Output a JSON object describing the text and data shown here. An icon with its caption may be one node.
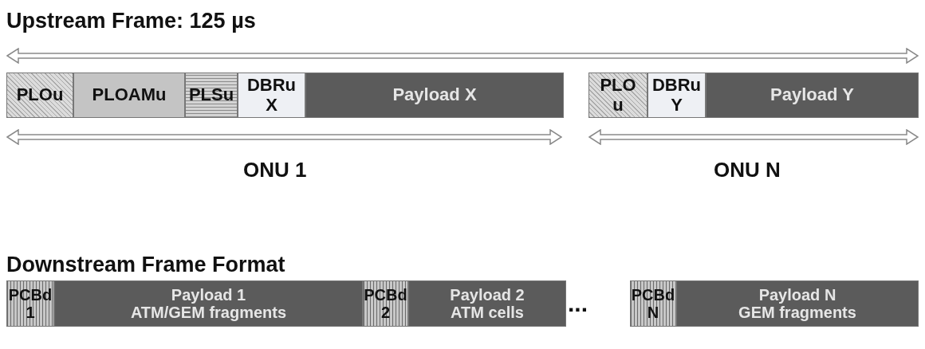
{
  "diagram": {
    "nodes": [
      {
        "text": [],
        "shape": "double-arrow"
      },
      {
        "text": [
          "PLOu"
        ]
      },
      {
        "text": [
          "PLOAMu"
        ]
      },
      {
        "text": [
          "PLSu"
        ]
      },
      {
        "text": [
          "DBRu X"
        ]
      },
      {
        "text": [
          "Payload X"
        ]
      },
      {
        "text": [
          "PLO u"
        ]
      },
      {
        "text": [
          "DBRu Y"
        ]
      },
      {
        "text": [
          "Payload Y"
        ]
      },
      {
        "text": [],
        "shape": "double-arrow"
      },
      {
        "text": [],
        "shape": "double-arrow"
      },
      {
        "text": [
          "PCBd 1"
        ]
      },
      {
        "text": [
          "Payload 1",
          "ATM/GEM fragments"
        ]
      },
      {
        "text": [
          "PCBd 2"
        ]
      },
      {
        "text": [
          "Payload 2",
          "ATM cells"
        ]
      },
      {
        "text": [
          "PCBd N"
        ]
      },
      {
        "text": [
          "Payload N",
          "GEM fragments"
        ]
      }
    ],
    "labels": [
      "Upstream Frame: 125 µs",
      "ONU 1",
      "ONU N",
      "Downstream Frame Format",
      "..."
    ]
  }
}
